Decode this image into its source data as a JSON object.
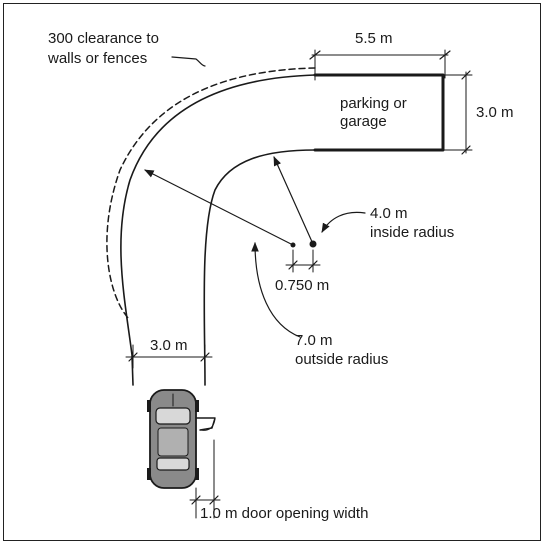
{
  "labels": {
    "clearance_line1": "300 clearance to",
    "clearance_line2": "walls or fences",
    "garage_width": "5.5 m",
    "garage_line1": "parking or",
    "garage_line2": "garage",
    "garage_depth": "3.0 m",
    "inside_radius_line1": "4.0 m",
    "inside_radius_line2": "inside radius",
    "offset": "0.750 m",
    "drive_width": "3.0 m",
    "outside_radius_line1": "7.0 m",
    "outside_radius_line2": "outside radius",
    "door": "1.0 m door opening width"
  },
  "colors": {
    "ink": "#1a1a1a",
    "car_body": "#8a8a8a",
    "car_glass": "#d8d8d8"
  }
}
